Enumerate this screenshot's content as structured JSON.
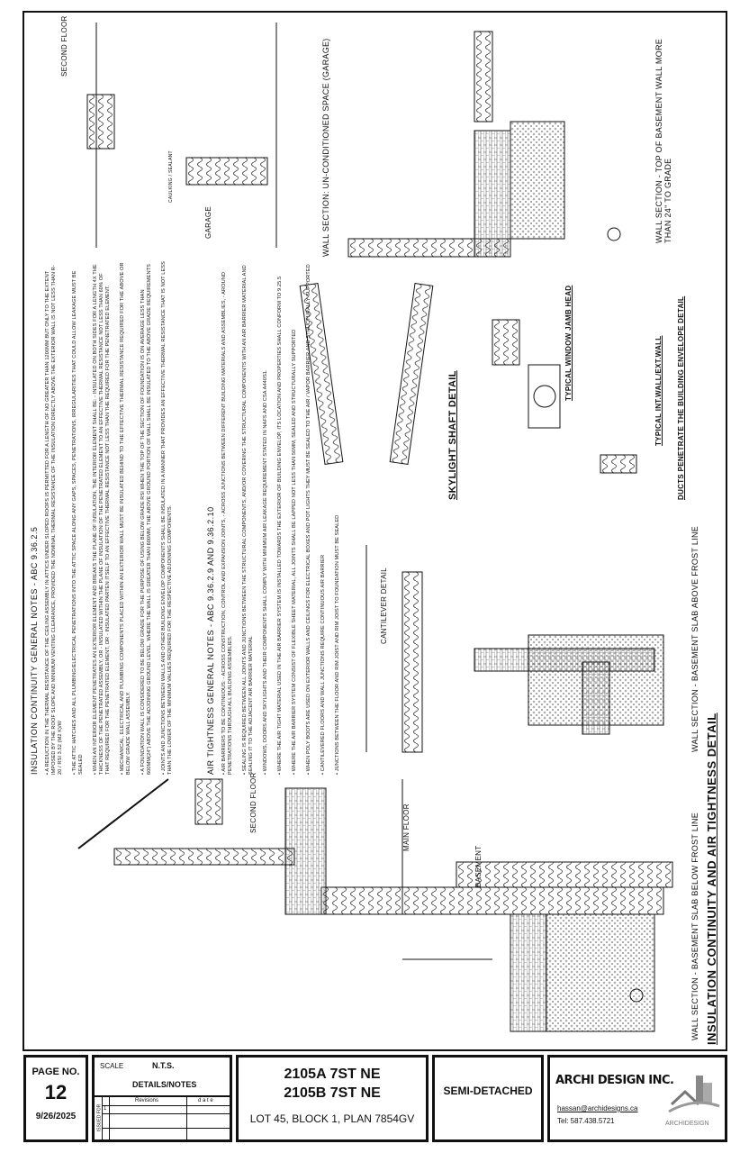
{
  "insulation_notes": {
    "heading": "INSULATION CONTINUITY GENERAL NOTES - ABC 9.36.2.5",
    "items": [
      "• A REDUCTION IN THE THERMAL RESISTANCE OF THE CEILING ASSEMBLY IN ATTICS UNDER SLOPED ROOFS IS PERMITTED FOR A LENGTH OF NO GREATER THAN 1200MM BUT ONLY TO THE EXTENT IMPOSED BY THE ROOF SLOPE AND MINIMUM VENTING CLEARANCE, PROVIDED THE NOMINAL THERMAL RESISTANCE OF THE INSULATION DIRECTLY ABOVE THE EXTERIOR WALL IS NOT LESS THAN R-20 / RSI 3.52 (M2 K)/W",
      "• THE ATTIC HATCHES AND ALL PLUMBING/ELECTRICAL PENETRATIONS INTO THE ATTIC SPACE ALONG ANY GAPS, SPACES, PENETRATIONS, IRREGULARITIES THAT COULD ALLOW LEAKAGE MUST BE SEALED",
      "• WHEN AN INTERIOR ELEMENT PENETRATES AN EXTERIOR ELEMENT AND BREAKS THE PLANE OF INSULATION, THE INTERIOR ELEMENT SHALL BE: - INSULATED ON BOTH SIDES FOR A LENGTH 4X THE THICKNESS OF THE PENETRATED ASSEMBLY, OR - INSULATED WITHIN THE PLANE OF INSULATION OF THE PENETRATED ELEMENT TO AN EFFECTIVE THERMAL RESISTANCE NOT LESS THAN 60% OF THAT REQUIRED FOR THE PENETRATED ELEMENT, OR - INSULATED PARTEN ITSELF TO AN EFFECTIVE THERMAL RESISTANCE NOT LESS THAN THE REQUIRED FOR THE PENETRATED ELEMENT.",
      "• MECHANICAL, ELECTRICAL AND PLUMBING COMPONENTS PLACED WITHIN AN EXTERIOR WALL MUST BE INSULATED BEHIND TO THE EFFECTIVE THERMAL RESISTANCE REQUIRED FOR THE ABOVE OR BELOW GRADE WALL ASSEMBLY.",
      "• A FOUNDATION WALL IS CONSIDERED TO BE BELOW GRADE FOR THE PURPOSE OF USING BELOW GRADE RSI WHEN THE TOP OF THE SECTION OF FOUNDATION IS ON AVERAGE LESS THAN 600MM(24\") ABOVE THE ADJOINING GROUND LEVEL. WHERE THE WALL IS GREATER THAN 600MM, THE ABOVE GROUND PORTION OF WALL SHALL BE INSULATED TO THE ABOVE GRADE REQUIREMENTS",
      "• JOINTS AND JUNCTIONS BETWEEN WALLS AND OTHER BUILDING ENVELOP COMPONENTS SHALL BE INSULATED IN A MANNER THAT PROVIDES AN EFFECTIVE THERMAL RESISTANCE THAT IS NOT LESS THAN THE LOWER OF THE MINIMUM VALUES REQUIRED FOR THE RESPECTIVE ADJOINING COMPONENTS."
    ]
  },
  "air_notes": {
    "heading": "AIR TIGHTNESS GENERAL NOTES - ABC 9.36.2.9 AND 9.36.2.10",
    "items": [
      "• AIR BARRIERS TO BE CONTINUOUS: - ACROSS CONSTRUCTION, CONTROL AND EXPANSION JOINTS, - ACROSS JUNCTIONS BETWEEN DIFFERENT BUILDING MATERIALS AND ASSEMBLIES, - AROUND PENETRATIONS THROUGH ALL BUILDING ASSEMBLIES.",
      "• SEALING IS REQUIRED BETWEEN ALL JOINTS AND JUNCTIONS BETWEEN THE STRUCTURAL COMPONENTS, AND/OR COVERING THE STRUCTURAL COMPONENTS WITH AN AIR BARRIER MATERIAL AND SEALING IT TO THE ADJACENT AIR BARRIER MATERIAL",
      "• WINDOWS, DOORS AND SKYLIGHTS AND THEIR COMPONENTS SHALL COMPLY WITH MINIMUM AIR LEAKAGE REQUIREMENT STATED IN NAFS AND CSA A440S1.",
      "• WHERE THE AIR TIGHT MATERIAL USED IN THE AIR BARRIER SYSTEM IS INSTALLED TOWARDS THE EXTERIOR OF BUILDING ENVELOP, ITS LOCATION AND PROPERTIES SHALL CONFORM TO 9.25.5",
      "• WHERE THE AIR BARRIER SYSTEM CONSIST OF FLEXIBLE SHEET MATERIAL, ALL JOINTS SHALL BE LAPPED NOT LESS THAN 50MM, SEALED AND STRUCTURALLY SUPPORTED",
      "• WHEN POLY BOOTS ARE USED ON EXTERIOR WALLS AND CEILINGS FOR ELECTRICAL BOXES AND POT LIGHTS THEY MUST BE SEALED TO THE AIR / VAPOR BARRIER AND STRUCTURALLY SUPPORTED",
      "• CANTILEVERED FLOORS AND WALL JUNCTIONS REQUIRE CONTINUOUS AIR BARRIER",
      "• JUNCTIONS BETWEEN THE FLOOR AND RIM JOIST AND RIM JOIST TO FOUNDATION MUST BE SEALED"
    ]
  },
  "details": {
    "slab_below": "WALL SECTION - BASEMENT SLAB BELOW FROST LINE",
    "slab_above": "WALL SECTION - BASEMENT SLAB ABOVE FROST LINE",
    "cantilever": "CANTILEVER DETAIL",
    "skylight": "SKYLIGHT SHAFT DETAIL",
    "jamb": "TYPICAL WINDOW JAMB HEAD",
    "int_wall": "TYPICAL INT.WALL/EXT.WALL",
    "ducts": "DUCTS PENETRATE THE BUILDING ENVELOPE DETAIL",
    "garage": "WALL SECTION: UN-CONDITIONED SPACE (GARAGE)",
    "top_basement": "WALL SECTION - TOP OF BASEMENT WALL MORE THAN 24\" TO GRADE",
    "labels": {
      "second_floor": "SECOND FLOOR",
      "main_floor": "MAIN FLOOR",
      "basement": "BASEMENT",
      "garage": "GARAGE",
      "caulking": "CAULKING / SEALANT"
    },
    "main_title": "INSULATION CONTINUITY AND AIR TIGHTNESS DETAIL"
  },
  "title_block": {
    "page_label": "PAGE NO.",
    "page_number": "12",
    "date": "9/26/2025",
    "scale_label": "SCALE",
    "scale_value": "N.T.S.",
    "sheet_name": "DETAILS/NOTES",
    "issued_for": "ISSUED FOR",
    "revisions_header": "Revisions",
    "date_header": "d a t e",
    "revision_no": "1",
    "address_1": "2105A 7ST NE",
    "address_2": "2105B 7ST NE",
    "legal": "LOT 45, BLOCK 1, PLAN 7854GV",
    "type": "SEMI-DETACHED",
    "company": "ARCHI DESIGN INC.",
    "email": "hassan@archidesigns.ca",
    "phone": "Tel: 587.438.5721",
    "logo_text": "ARCHIDESIGN"
  }
}
